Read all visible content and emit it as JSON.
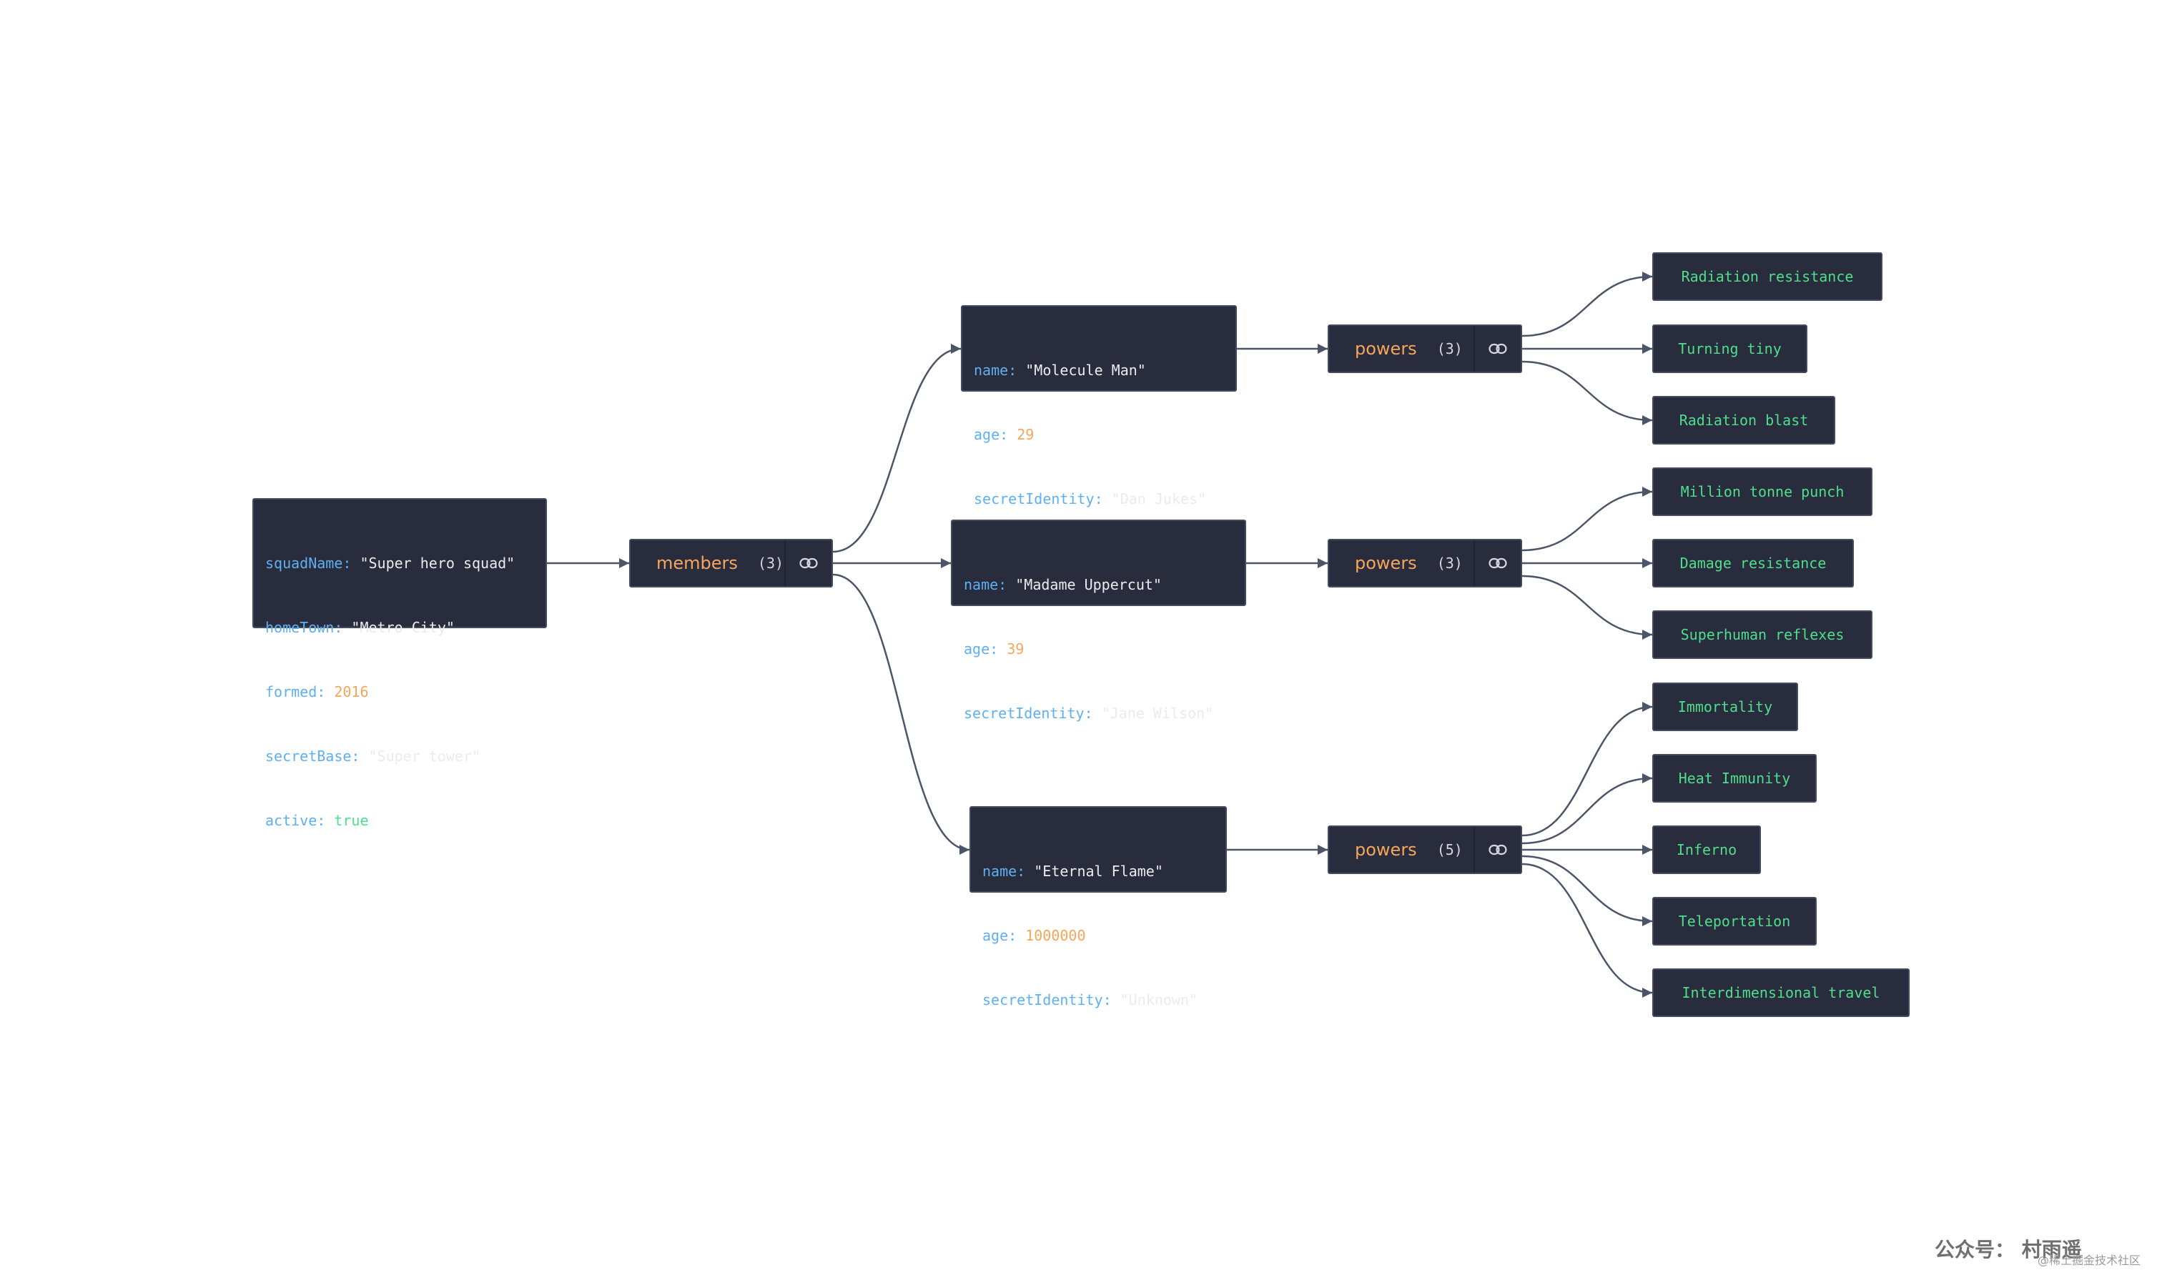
{
  "root": [
    {
      "key": "squadName: ",
      "value": "\"Super hero squad\"",
      "type": "str"
    },
    {
      "key": "homeTown: ",
      "value": "\"Metro City\"",
      "type": "str"
    },
    {
      "key": "formed: ",
      "value": "2016",
      "type": "num"
    },
    {
      "key": "secretBase: ",
      "value": "\"Super tower\"",
      "type": "str"
    },
    {
      "key": "active: ",
      "value": "true",
      "type": "bool"
    }
  ],
  "members": {
    "label": "members",
    "count": "(3)",
    "icon": "link-icon"
  },
  "heroes": [
    {
      "fields": [
        {
          "key": "name: ",
          "value": "\"Molecule Man\"",
          "type": "str"
        },
        {
          "key": "age: ",
          "value": "29",
          "type": "num"
        },
        {
          "key": "secretIdentity: ",
          "value": "\"Dan Jukes\"",
          "type": "str"
        }
      ],
      "powers_label": "powers",
      "powers_count": "(3)",
      "powers": [
        "Radiation resistance",
        "Turning tiny",
        "Radiation blast"
      ]
    },
    {
      "fields": [
        {
          "key": "name: ",
          "value": "\"Madame Uppercut\"",
          "type": "str"
        },
        {
          "key": "age: ",
          "value": "39",
          "type": "num"
        },
        {
          "key": "secretIdentity: ",
          "value": "\"Jane Wilson\"",
          "type": "str"
        }
      ],
      "powers_label": "powers",
      "powers_count": "(3)",
      "powers": [
        "Million tonne punch",
        "Damage resistance",
        "Superhuman reflexes"
      ]
    },
    {
      "fields": [
        {
          "key": "name: ",
          "value": "\"Eternal Flame\"",
          "type": "str"
        },
        {
          "key": "age: ",
          "value": "1000000",
          "type": "num"
        },
        {
          "key": "secretIdentity: ",
          "value": "\"Unknown\"",
          "type": "str"
        }
      ],
      "powers_label": "powers",
      "powers_count": "(5)",
      "powers": [
        "Immortality",
        "Heat Immunity",
        "Inferno",
        "Teleportation",
        "Interdimensional travel"
      ]
    }
  ],
  "watermark": {
    "main": "公众号：  村雨遥",
    "small": "@稀土掘金技术社区"
  },
  "colors": {
    "node_bg": "#292c3d",
    "edge": "#4b5568",
    "key": "#5db0f2",
    "number": "#f5a65b",
    "leaf": "#4ede8c"
  }
}
